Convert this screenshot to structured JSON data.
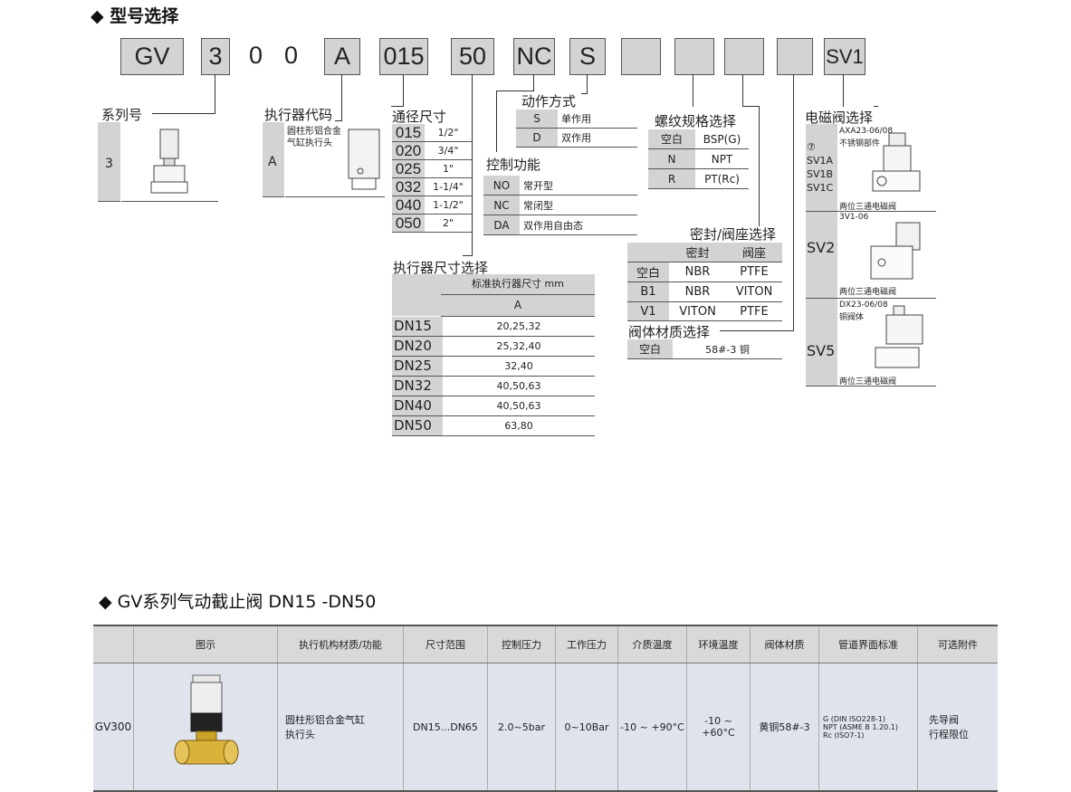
{
  "model_select": {
    "title": "◆ 型号选择",
    "codes": [
      "GV",
      "3",
      "0",
      "0",
      "A",
      "015",
      "50",
      "NC",
      "S",
      "",
      "",
      "",
      "",
      "SV1"
    ]
  },
  "series": {
    "label": "系列号",
    "code": "3"
  },
  "actuator_code": {
    "label": "执行器代码",
    "code": "A",
    "desc": "圆柱形铝合金气缸执行头"
  },
  "bore": {
    "label": "通径尺寸",
    "rows": [
      [
        "015",
        "1/2\""
      ],
      [
        "020",
        "3/4\""
      ],
      [
        "025",
        "1\""
      ],
      [
        "032",
        "1-1/4\""
      ],
      [
        "040",
        "1-1/2\""
      ],
      [
        "050",
        "2\""
      ]
    ]
  },
  "action": {
    "label": "动作方式",
    "rows": [
      [
        "S",
        "单作用"
      ],
      [
        "D",
        "双作用"
      ]
    ]
  },
  "control": {
    "label": "控制功能",
    "rows": [
      [
        "NO",
        "常开型"
      ],
      [
        "NC",
        "常闭型"
      ],
      [
        "DA",
        "双作用自由态"
      ]
    ]
  },
  "thread": {
    "label": "螺纹规格选择",
    "rows": [
      [
        "空白",
        "BSP(G)"
      ],
      [
        "N",
        "NPT"
      ],
      [
        "R",
        "PT(Rc)"
      ]
    ]
  },
  "seal": {
    "label": "密封/阀座选择",
    "headers": [
      "密封",
      "阀座"
    ],
    "rows": [
      [
        "空白",
        "NBR",
        "PTFE"
      ],
      [
        "B1",
        "NBR",
        "VITON"
      ],
      [
        "V1",
        "VITON",
        "PTFE"
      ]
    ]
  },
  "body_material": {
    "label": "阀体材质选择",
    "rows": [
      [
        "空白",
        "58#-3 铜"
      ]
    ]
  },
  "actuator_size": {
    "label": "执行器尺寸选择",
    "header": "标准执行器尺寸 mm",
    "subheader": "A",
    "rows": [
      [
        "DN15",
        "20,25,32"
      ],
      [
        "DN20",
        "25,32,40"
      ],
      [
        "DN25",
        "32,40"
      ],
      [
        "DN32",
        "40,50,63"
      ],
      [
        "DN40",
        "40,50,63"
      ],
      [
        "DN50",
        "63,80"
      ]
    ]
  },
  "solenoid": {
    "label": "电磁阀选择",
    "items": [
      {
        "codes": "⑦\nSV1A\nSV1B\nSV1C",
        "model": "AXA23-06/08",
        "note": "不锈钢部件",
        "caption": "两位三通电磁阀"
      },
      {
        "codes": "SV2",
        "model": "3V1-06",
        "note": "",
        "caption": "两位三通电磁阀"
      },
      {
        "codes": "SV5",
        "model": "DX23-06/08",
        "note": "铜阀体",
        "caption": "两位三通电磁阀"
      }
    ]
  },
  "gv_series": {
    "title": "◆ GV系列气动截止阀 DN15 -DN50",
    "headers": [
      "",
      "图示",
      "执行机构材质/功能",
      "尺寸范围",
      "控制压力",
      "工作压力",
      "介质温度",
      "环境温度",
      "阀体材质",
      "管道界面标准",
      "可选附件"
    ],
    "row": {
      "model": "GV300",
      "actuator": "圆柱形铝合金气缸\n执行头",
      "size": "DN15...DN65",
      "control_pressure": "2.0~5bar",
      "working_pressure": "0~10Bar",
      "medium_temp": "-10 ~ +90°C",
      "ambient_temp": "-10 ~ +60°C",
      "body": "黄铜58#-3",
      "pipe_std": "G (DIN ISO228-1)\nNPT (ASME B 1.20.1)\nRc (ISO7-1)",
      "accessories": "先导阀\n行程限位"
    }
  }
}
